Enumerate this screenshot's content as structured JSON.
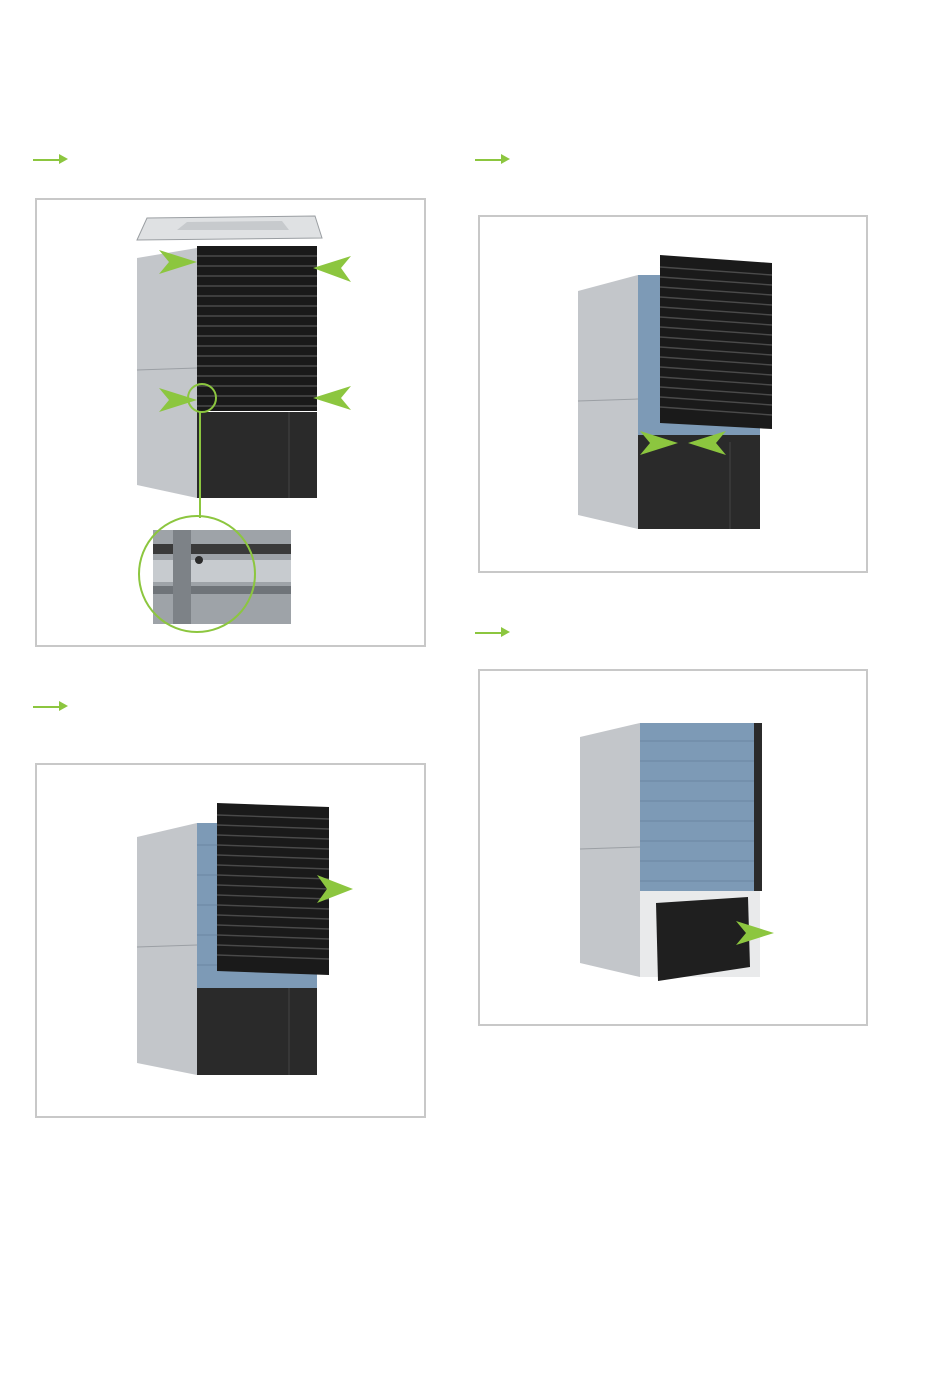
{
  "colors": {
    "accent": "#8cc63f",
    "frame": "#c8c8c8",
    "unit_steel": "#c9cccf",
    "grille": "#1a1a1a",
    "heat_exchanger": "#7d9ab6",
    "lower_panel": "#2a2a2a"
  },
  "steps": [
    {
      "marker": "step-arrow-icon",
      "illustration": "unit-with-front-grille-and-detail-magnifier"
    },
    {
      "marker": "step-arrow-icon",
      "illustration": "unit-grille-lowered-arrows-pointing-inward"
    },
    {
      "marker": "step-arrow-icon",
      "illustration": "unit-grille-removed-lower-panel-pulled-out"
    },
    {
      "marker": "step-arrow-icon",
      "illustration": "unit-grille-lifted-off"
    }
  ]
}
